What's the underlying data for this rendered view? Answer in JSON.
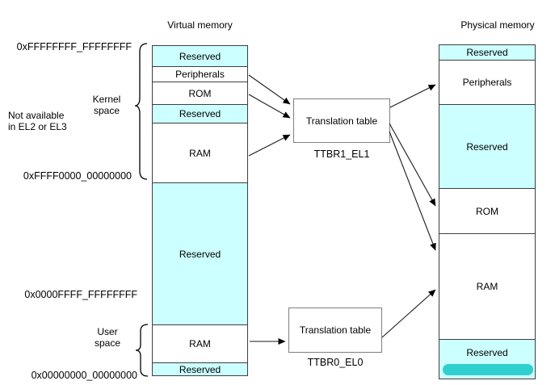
{
  "titles": {
    "virtual": "Virtual memory",
    "physical": "Physical memory"
  },
  "virtual_memory": {
    "blocks": [
      {
        "label": "Reserved",
        "reserved": true
      },
      {
        "label": "Peripherals",
        "reserved": false
      },
      {
        "label": "ROM",
        "reserved": false
      },
      {
        "label": "Reserved",
        "reserved": true
      },
      {
        "label": "RAM",
        "reserved": false
      },
      {
        "label": "Reserved",
        "reserved": true
      },
      {
        "label": "RAM",
        "reserved": false
      },
      {
        "label": "Reserved",
        "reserved": true
      }
    ]
  },
  "physical_memory": {
    "blocks": [
      {
        "label": "Reserved",
        "reserved": true
      },
      {
        "label": "Peripherals",
        "reserved": false
      },
      {
        "label": "Reserved",
        "reserved": true
      },
      {
        "label": "ROM",
        "reserved": false
      },
      {
        "label": "RAM",
        "reserved": false
      },
      {
        "label": "Reserved",
        "reserved": true,
        "highlighted": true
      }
    ]
  },
  "addresses": {
    "virtual_top": "0xFFFFFFFF_FFFFFFFF",
    "kernel_bottom": "0xFFFF0000_00000000",
    "user_top": "0x0000FFFF_FFFFFFFF",
    "virtual_bottom": "0x00000000_00000000"
  },
  "annotations": {
    "kernel_space": "Kernel\nspace",
    "not_available": "Not available\nin EL2 or EL3",
    "user_space": "User\nspace"
  },
  "translation_tables": {
    "kernel": {
      "label": "Translation table",
      "register": "TTBR1_EL1"
    },
    "user": {
      "label": "Translation table",
      "register": "TTBR0_EL0"
    }
  },
  "colors": {
    "reserved_fill": "#ccffff",
    "block_border": "#3f3f3f",
    "highlight_marker": "#2fcfcf"
  }
}
